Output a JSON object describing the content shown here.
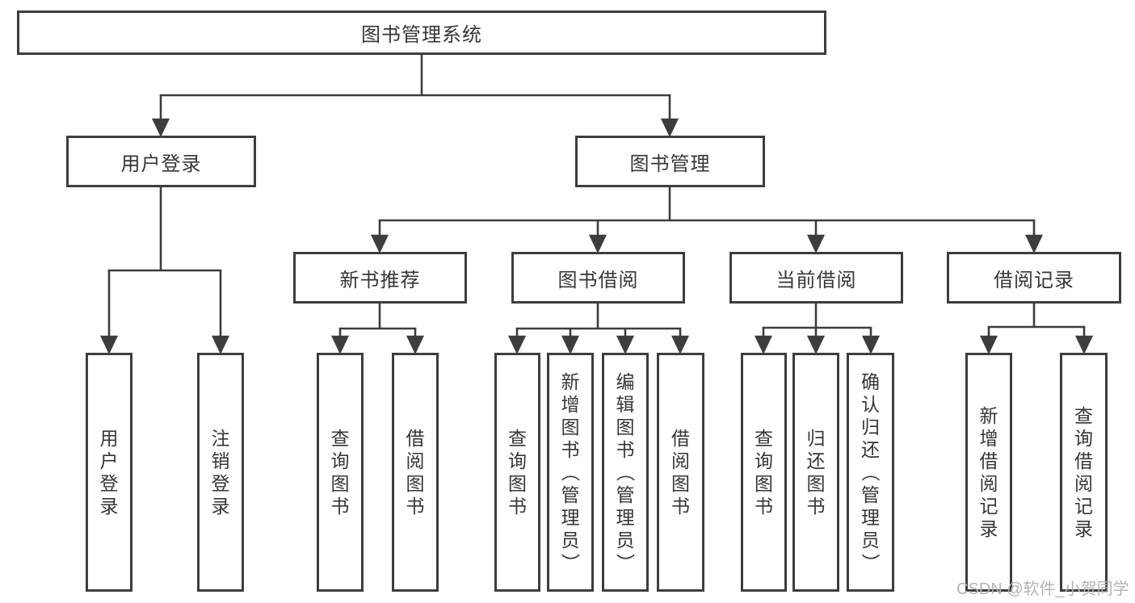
{
  "tree": {
    "root": {
      "label": "图书管理系统"
    },
    "children": [
      {
        "label": "用户登录",
        "children": [
          {
            "label": "用户登录"
          },
          {
            "label": "注销登录"
          }
        ]
      },
      {
        "label": "图书管理",
        "children": [
          {
            "label": "新书推荐",
            "children": [
              {
                "label": "查询图书"
              },
              {
                "label": "借阅图书"
              }
            ]
          },
          {
            "label": "图书借阅",
            "children": [
              {
                "label": "查询图书"
              },
              {
                "label": "新增图书（管理员）"
              },
              {
                "label": "编辑图书（管理员）"
              },
              {
                "label": "借阅图书"
              }
            ]
          },
          {
            "label": "当前借阅",
            "children": [
              {
                "label": "查询图书"
              },
              {
                "label": "归还图书"
              },
              {
                "label": "确认归还（管理员）"
              }
            ]
          },
          {
            "label": "借阅记录",
            "children": [
              {
                "label": "新增借阅记录"
              },
              {
                "label": "查询借阅记录"
              }
            ]
          }
        ]
      }
    ]
  },
  "watermark": {
    "text": "CSDN @软件_小贺同学"
  },
  "colors": {
    "line": "#3d3d3d",
    "box_border": "#3d3d3d",
    "text": "#363636",
    "watermark": "#b3b3b3",
    "background": "#ffffff"
  }
}
